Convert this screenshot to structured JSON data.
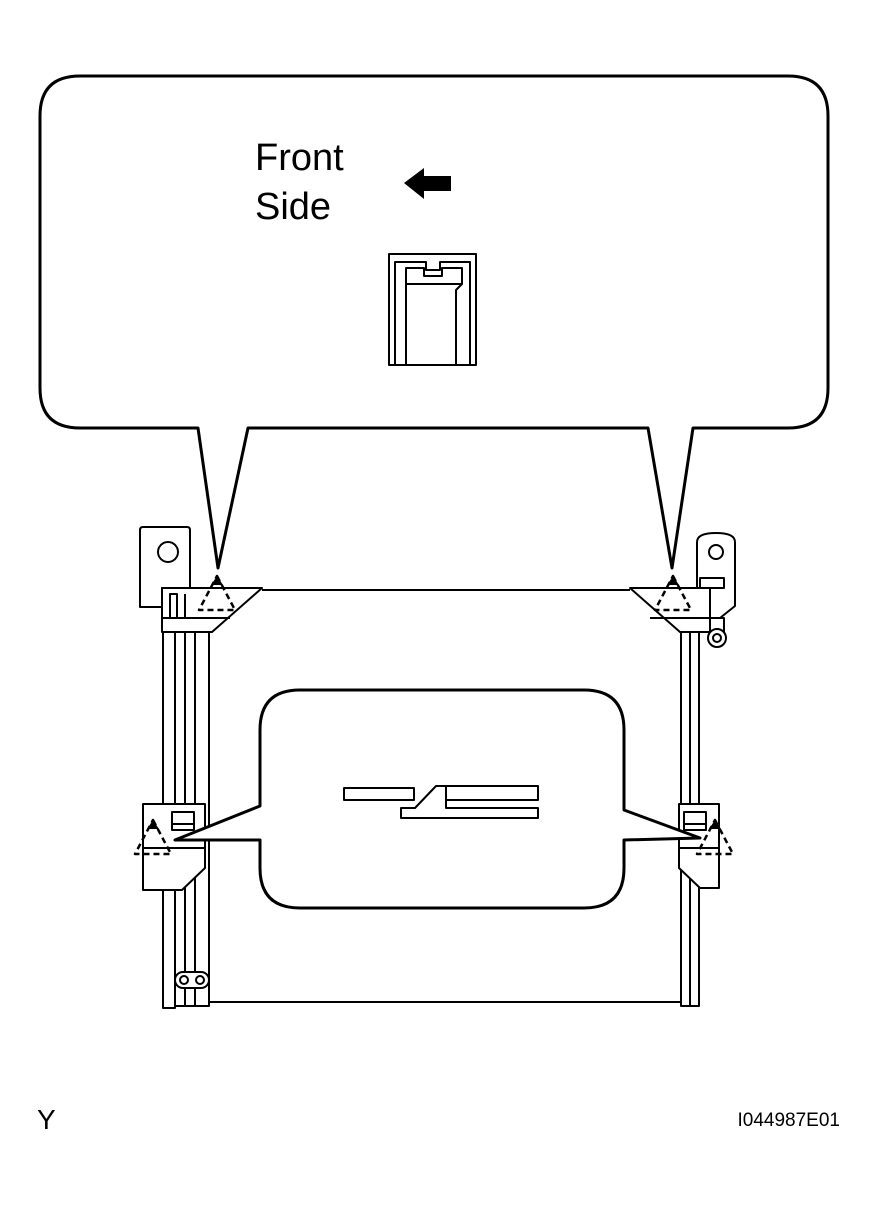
{
  "callout_top": {
    "label_line1": "Front",
    "label_line2": "Side",
    "arrow_icon": "arrow-left-icon"
  },
  "corner_letter": "Y",
  "reference_code": "I044987E01",
  "colors": {
    "stroke": "#000000",
    "background": "#ffffff"
  }
}
